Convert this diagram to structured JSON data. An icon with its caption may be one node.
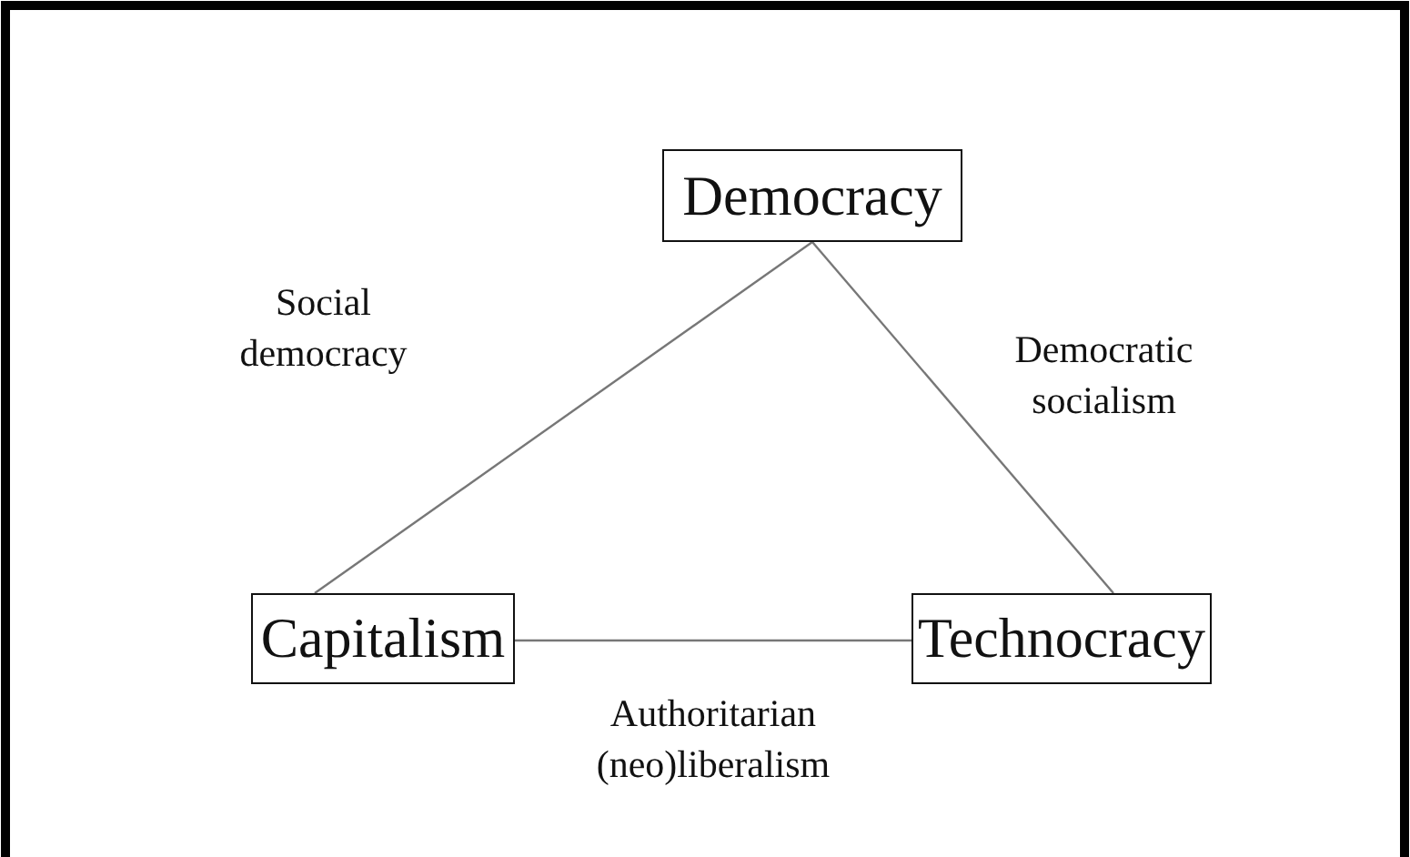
{
  "diagram": {
    "nodes": [
      {
        "text": [
          "Democracy"
        ]
      },
      {
        "text": [
          "Capitalism"
        ]
      },
      {
        "text": [
          "Technocracy"
        ]
      }
    ],
    "edges": [
      {
        "from": 0,
        "to": 1,
        "arrow": "none",
        "label": "Social democracy"
      },
      {
        "from": 0,
        "to": 2,
        "arrow": "none",
        "label": "Democratic socialism"
      },
      {
        "from": 1,
        "to": 2,
        "arrow": "none",
        "label": "Authoritarian (neo)liberalism"
      }
    ]
  }
}
